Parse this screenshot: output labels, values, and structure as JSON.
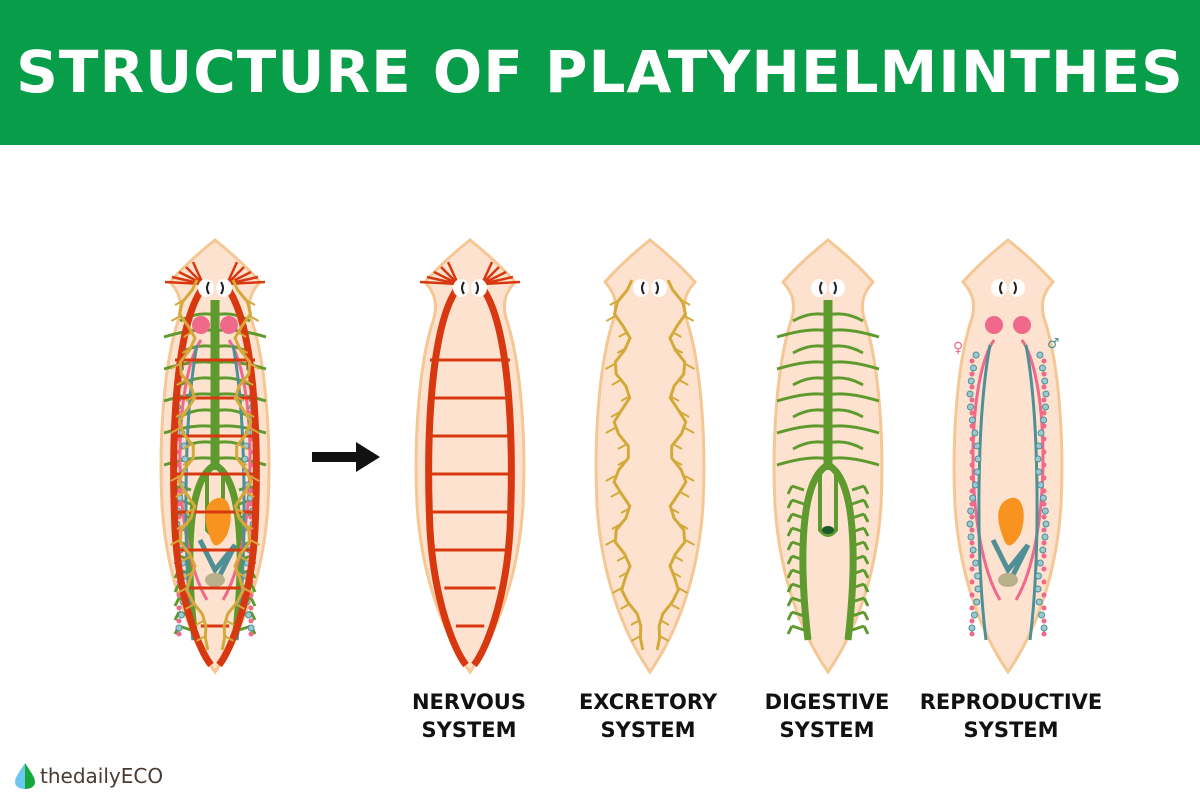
{
  "header": {
    "title": "STRUCTURE OF PLATYHELMINTHES"
  },
  "labels": [
    {
      "line1": "NERVOUS",
      "line2": "SYSTEM"
    },
    {
      "line1": "EXCRETORY",
      "line2": "SYSTEM"
    },
    {
      "line1": "DIGESTIVE",
      "line2": "SYSTEM"
    },
    {
      "line1": "REPRODUCTIVE",
      "line2": "SYSTEM"
    }
  ],
  "symbols": {
    "female": "♀",
    "male": "♂"
  },
  "logo": {
    "text": "thedailyECO"
  },
  "colors": {
    "banner": "#079d49",
    "body": "#fde3cf",
    "outline": "#f4c794",
    "nervous": "#d8380f",
    "excretory": "#d4a93a",
    "digestive": "#5e9a2e",
    "reproductive": "#4f8f96",
    "pink": "#f0688a",
    "orange": "#f7931e"
  }
}
